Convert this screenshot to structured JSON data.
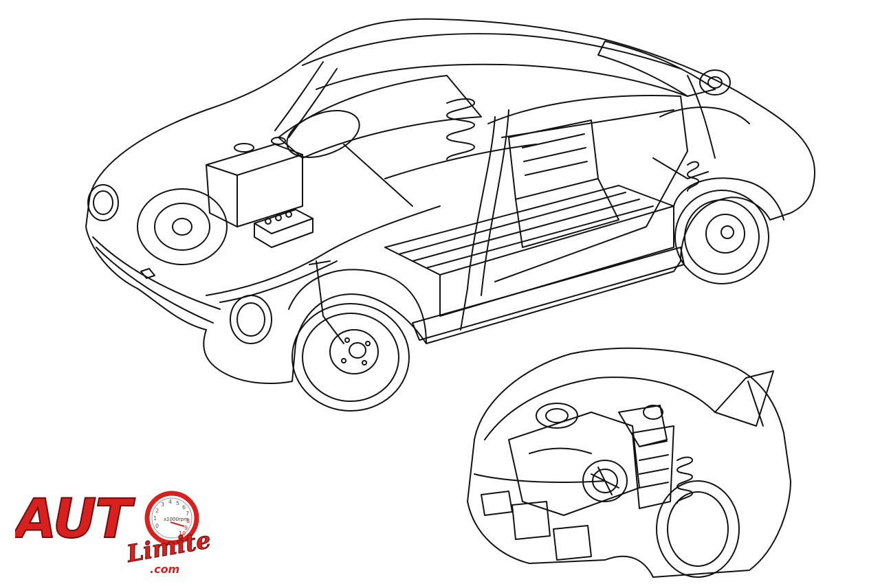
{
  "logo": {
    "word_primary": "AUT",
    "word_secondary": "Limite",
    "domain_suffix": ".com",
    "gauge_label": "x1000rpm",
    "gauge_ticks": [
      "0",
      "1",
      "2",
      "3",
      "4",
      "5",
      "6",
      "7",
      "8",
      "9",
      "10"
    ],
    "colors": {
      "brand_red": "#d8201f",
      "outline": "#6b0d0d"
    }
  },
  "illustration": {
    "style": "black ink technical cutaway line drawing",
    "subjects": [
      "main-car-cutaway",
      "rear-engine-detail-inset"
    ]
  }
}
